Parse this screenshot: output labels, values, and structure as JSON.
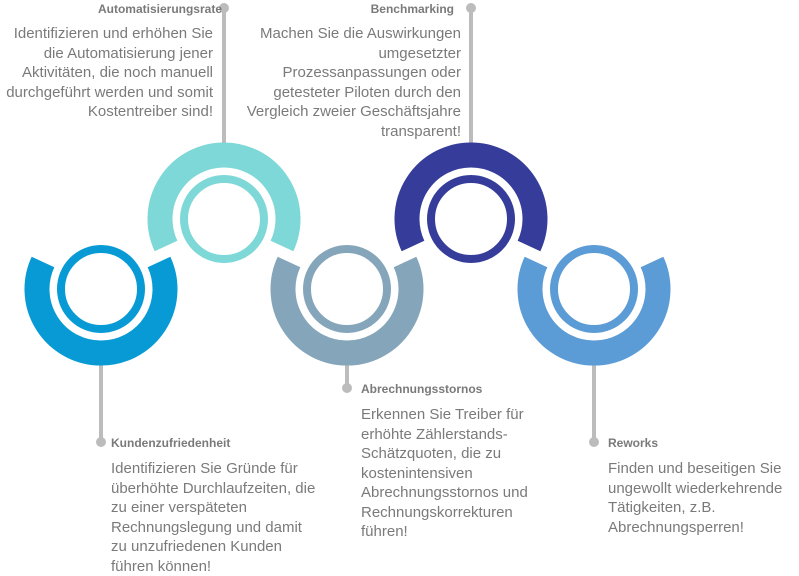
{
  "colors": {
    "automatisierung": "#7dd8d7",
    "benchmarking": "#353c99",
    "kunden": "#079ad5",
    "storno": "#85a6ba",
    "reworks": "#5b9bd6",
    "line": "#bcbcbc"
  },
  "items": [
    {
      "title": "Automatisierungsrate",
      "text": "Identifizieren und erhöhen Sie die Automatisierung jener Aktivitäten, die noch manuell durchgeführt werden und somit Kostentreiber sind!"
    },
    {
      "title": "Benchmarking",
      "text": "Machen Sie die Auswirkungen umgesetzter Prozessanpassungen oder getesteter Piloten durch den Vergleich zweier Geschäftsjahre transparent!"
    },
    {
      "title": "Kundenzufriedenheit",
      "text": "Identifizieren Sie Gründe für überhöhte Durchlaufzeiten, die zu einer verspäteten Rechnungslegung und damit zu unzufriedenen Kunden führen können!"
    },
    {
      "title": "Abrechnungsstornos",
      "text": "Erkennen Sie Treiber für erhöhte Zählerstands-Schätzquoten, die zu kostenintensiven Abrechnungsstornos und Rechnungskorrekturen führen!"
    },
    {
      "title": "Reworks",
      "text": "Finden und beseitigen Sie ungewollt wiederkehrende Tätigkeiten, z.B. Abrechnungsperren!"
    }
  ]
}
